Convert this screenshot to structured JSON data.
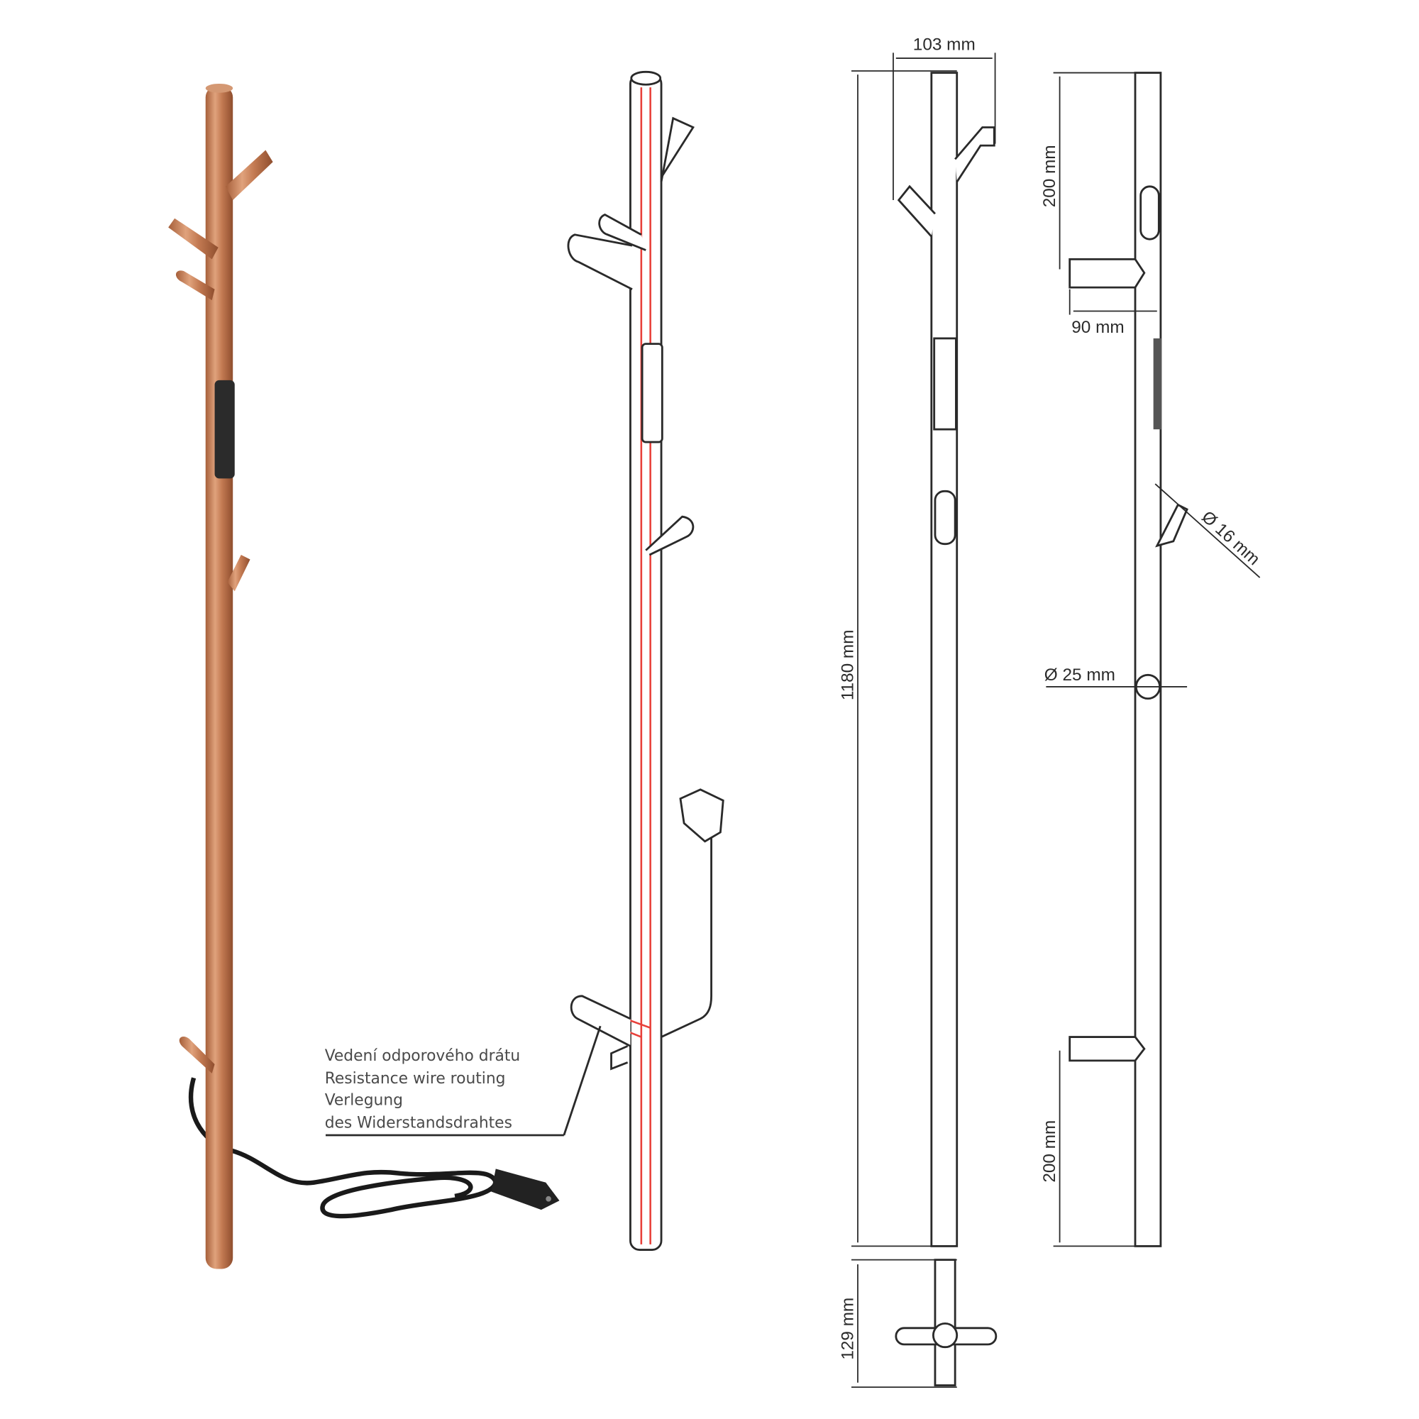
{
  "dimensions": {
    "width_hooks": "103 mm",
    "height_total": "1180 mm",
    "depth_top_view": "129 mm",
    "top_hook_offset": "200 mm",
    "bottom_hook_offset": "200 mm",
    "hook_length": "90 mm",
    "hook_diameter": "Ø 16 mm",
    "tube_diameter": "Ø 25 mm"
  },
  "callout": {
    "line1": "Vedení odporového drátu",
    "line2": "Resistance wire routing",
    "line3": "Verlegung",
    "line4": "des Widerstandsdrahtes"
  },
  "colors": {
    "copper": "#c8825a",
    "wire": "#e8403a",
    "line": "#2a2a2a"
  }
}
